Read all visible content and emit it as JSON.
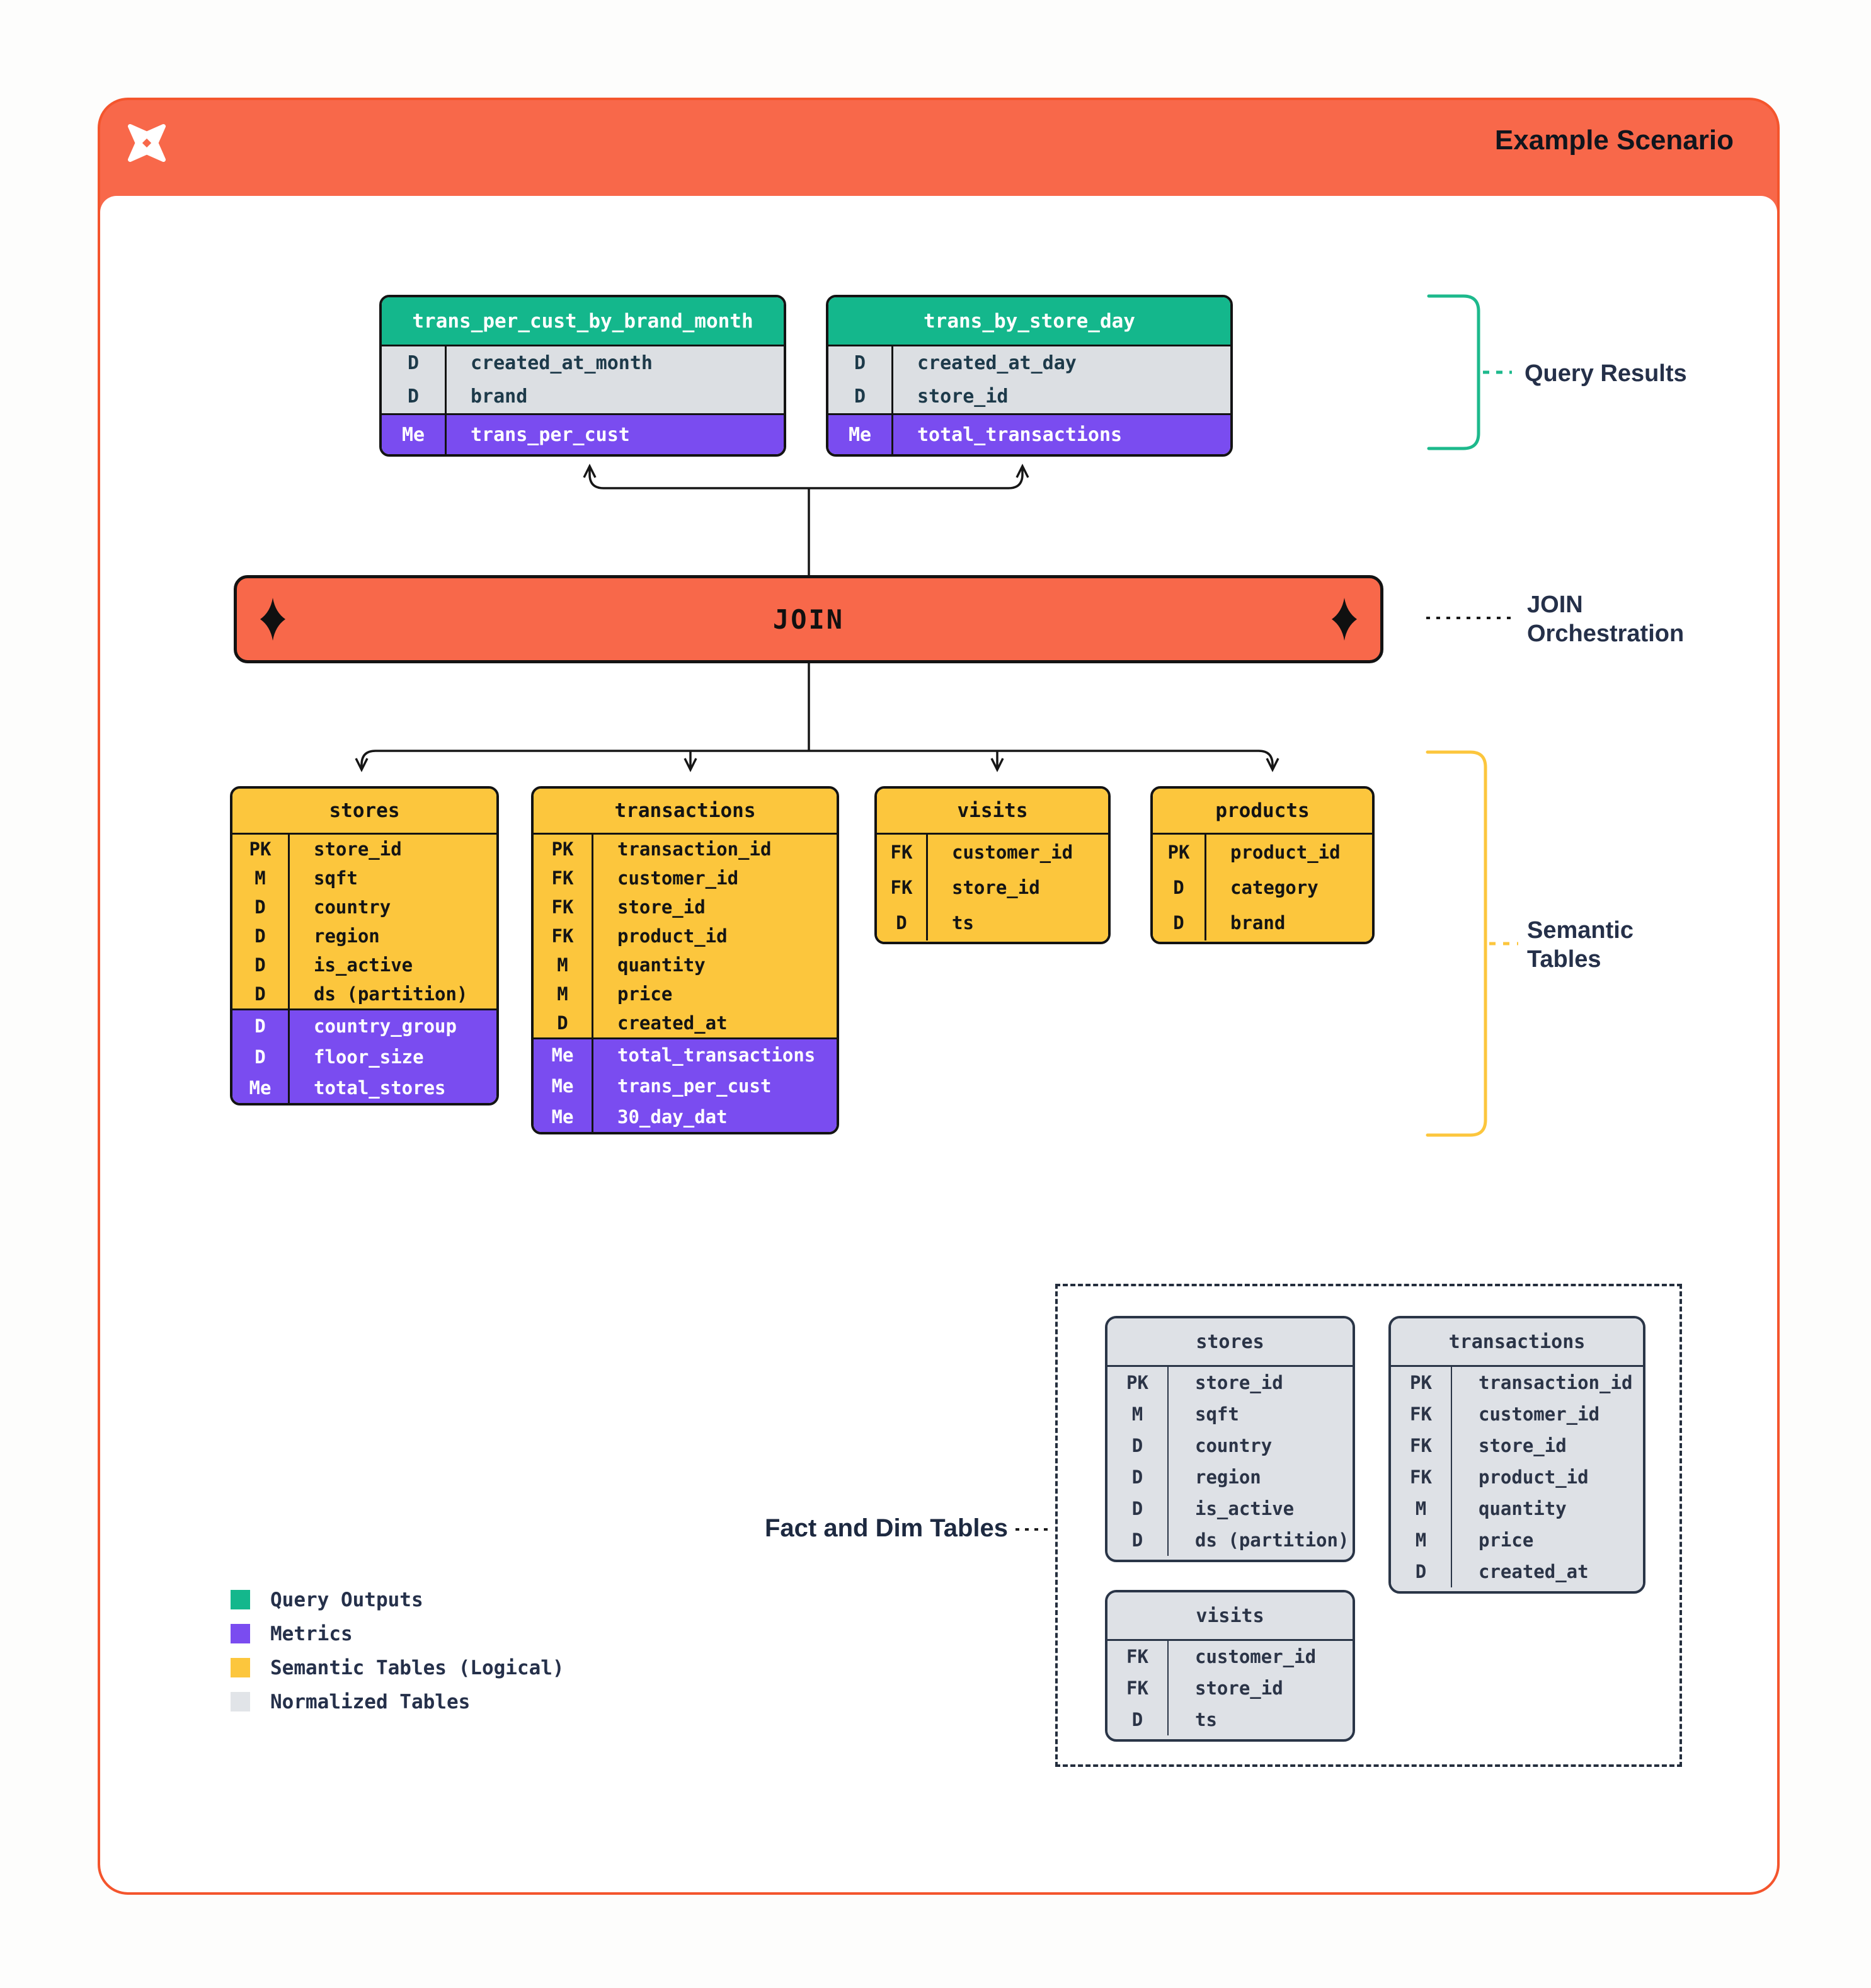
{
  "header": {
    "title": "Example Scenario",
    "logo": "dagster-star-logo"
  },
  "join": {
    "label": "JOIN"
  },
  "labels": {
    "query_results": "Query Results",
    "join_orchestration_line1": "JOIN",
    "join_orchestration_line2": "Orchestration",
    "semantic_line1": "Semantic",
    "semantic_line2": "Tables",
    "fact_dim": "Fact and Dim Tables"
  },
  "query_tables": [
    {
      "title": "trans_per_cust_by_brand_month",
      "rows": [
        {
          "k": "D",
          "v": "created_at_month"
        },
        {
          "k": "D",
          "v": "brand"
        }
      ],
      "metrics": [
        {
          "k": "Me",
          "v": "trans_per_cust"
        }
      ]
    },
    {
      "title": "trans_by_store_day",
      "rows": [
        {
          "k": "D",
          "v": "created_at_day"
        },
        {
          "k": "D",
          "v": "store_id"
        }
      ],
      "metrics": [
        {
          "k": "Me",
          "v": "total_transactions"
        }
      ]
    }
  ],
  "semantic_tables": [
    {
      "title": "stores",
      "rows": [
        {
          "k": "PK",
          "v": "store_id"
        },
        {
          "k": "M",
          "v": "sqft"
        },
        {
          "k": "D",
          "v": "country"
        },
        {
          "k": "D",
          "v": "region"
        },
        {
          "k": "D",
          "v": "is_active"
        },
        {
          "k": "D",
          "v": "ds (partition)"
        }
      ],
      "metrics": [
        {
          "k": "D",
          "v": "country_group"
        },
        {
          "k": "D",
          "v": "floor_size"
        },
        {
          "k": "Me",
          "v": "total_stores"
        }
      ]
    },
    {
      "title": "transactions",
      "rows": [
        {
          "k": "PK",
          "v": "transaction_id"
        },
        {
          "k": "FK",
          "v": "customer_id"
        },
        {
          "k": "FK",
          "v": "store_id"
        },
        {
          "k": "FK",
          "v": "product_id"
        },
        {
          "k": "M",
          "v": "quantity"
        },
        {
          "k": "M",
          "v": "price"
        },
        {
          "k": "D",
          "v": "created_at"
        }
      ],
      "metrics": [
        {
          "k": "Me",
          "v": "total_transactions"
        },
        {
          "k": "Me",
          "v": "trans_per_cust"
        },
        {
          "k": "Me",
          "v": "30_day_dat"
        }
      ]
    },
    {
      "title": "visits",
      "rows": [
        {
          "k": "FK",
          "v": "customer_id"
        },
        {
          "k": "FK",
          "v": "store_id"
        },
        {
          "k": "D",
          "v": "ts"
        }
      ],
      "metrics": []
    },
    {
      "title": "products",
      "rows": [
        {
          "k": "PK",
          "v": "product_id"
        },
        {
          "k": "D",
          "v": "category"
        },
        {
          "k": "D",
          "v": "brand"
        }
      ],
      "metrics": []
    }
  ],
  "normalized_tables": [
    {
      "title": "stores",
      "rows": [
        {
          "k": "PK",
          "v": "store_id"
        },
        {
          "k": "M",
          "v": "sqft"
        },
        {
          "k": "D",
          "v": "country"
        },
        {
          "k": "D",
          "v": "region"
        },
        {
          "k": "D",
          "v": "is_active"
        },
        {
          "k": "D",
          "v": "ds (partition)"
        }
      ]
    },
    {
      "title": "transactions",
      "rows": [
        {
          "k": "PK",
          "v": "transaction_id"
        },
        {
          "k": "FK",
          "v": "customer_id"
        },
        {
          "k": "FK",
          "v": "store_id"
        },
        {
          "k": "FK",
          "v": "product_id"
        },
        {
          "k": "M",
          "v": "quantity"
        },
        {
          "k": "M",
          "v": "price"
        },
        {
          "k": "D",
          "v": "created_at"
        }
      ]
    },
    {
      "title": "visits",
      "rows": [
        {
          "k": "FK",
          "v": "customer_id"
        },
        {
          "k": "FK",
          "v": "store_id"
        },
        {
          "k": "D",
          "v": "ts"
        }
      ]
    }
  ],
  "legend": [
    {
      "label": "Query Outputs",
      "color": "#14b78c"
    },
    {
      "label": "Metrics",
      "color": "#7a4cf0"
    },
    {
      "label": "Semantic Tables (Logical)",
      "color": "#fcc63d"
    },
    {
      "label": "Normalized Tables",
      "color": "#e1e4e8"
    }
  ],
  "colors": {
    "accent_orange": "#f8684a",
    "green": "#14b78c",
    "purple": "#7a4cf0",
    "yellow": "#fcc63d",
    "gray_table": "#dee1e6",
    "line": "#161616"
  }
}
